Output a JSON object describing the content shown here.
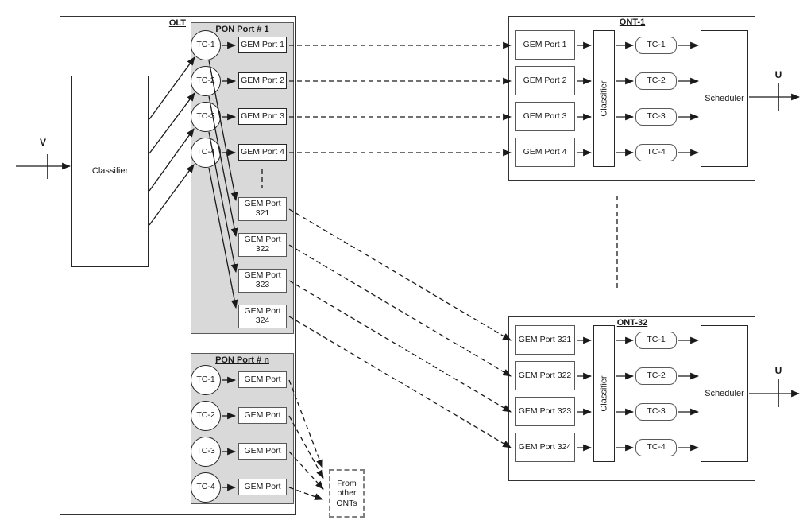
{
  "interfaces": {
    "v": "V",
    "u_ont1": "U",
    "u_ont32": "U"
  },
  "olt": {
    "title": "OLT",
    "classifier": "Classifier",
    "pon_port_1": {
      "title": "PON Port # 1",
      "tc": [
        "TC-1",
        "TC-2",
        "TC-3",
        "TC-4"
      ],
      "gem": [
        "GEM Port 1",
        "GEM Port 2",
        "GEM Port 3",
        "GEM Port 4"
      ],
      "gem_high": [
        "GEM Port 321",
        "GEM Port 322",
        "GEM Port 323",
        "GEM Port 324"
      ]
    },
    "pon_port_n": {
      "title": "PON Port # n",
      "tc": [
        "TC-1",
        "TC-2",
        "TC-3",
        "TC-4"
      ],
      "gem": [
        "GEM Port",
        "GEM Port",
        "GEM Port",
        "GEM Port"
      ]
    }
  },
  "from_other_onts": "From other ONTs",
  "ont_1": {
    "title": "ONT-1",
    "gem": [
      "GEM Port 1",
      "GEM Port 2",
      "GEM Port 3",
      "GEM Port 4"
    ],
    "classifier": "Classifier",
    "tc": [
      "TC-1",
      "TC-2",
      "TC-3",
      "TC-4"
    ],
    "scheduler": "Scheduler"
  },
  "ont_32": {
    "title": "ONT-32",
    "gem": [
      "GEM Port 321",
      "GEM Port 322",
      "GEM Port 323",
      "GEM Port 324"
    ],
    "classifier": "Classifier",
    "tc": [
      "TC-1",
      "TC-2",
      "TC-3",
      "TC-4"
    ],
    "scheduler": "Scheduler"
  }
}
